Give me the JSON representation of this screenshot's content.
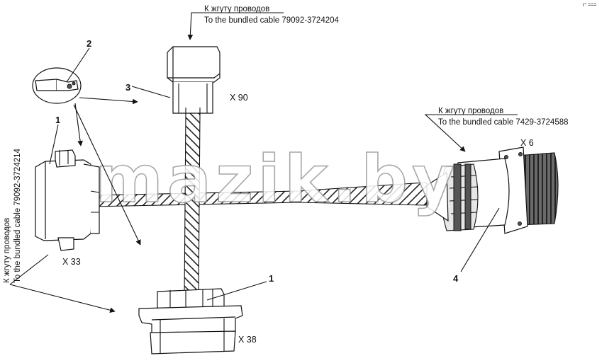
{
  "labels": {
    "top_ru": "К жгуту проводов",
    "top_en": "To the bundled cable 79092-3724204",
    "right_ru": "К жгуту проводов",
    "right_en": "To the bundled cable 7429-3724588",
    "left_ru": "К жгуту проводов",
    "left_en": "To the bundled cable 79092-3724214"
  },
  "connectors": {
    "x90": "X 90",
    "x33": "X 33",
    "x38": "X 38",
    "x6": "X 6"
  },
  "callouts": {
    "c2": "2",
    "c3": "3",
    "c1_left": "1",
    "c1_bottom": "1",
    "c4": "4"
  },
  "watermark": "mazik.by",
  "corner_mark": "r° ==="
}
